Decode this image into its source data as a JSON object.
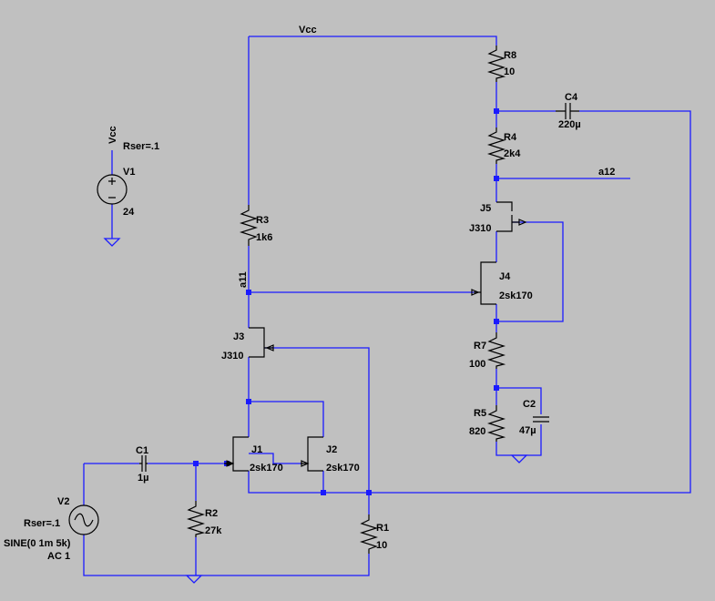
{
  "net_labels": {
    "vcc_top": "Vcc",
    "vcc_source": "Vcc",
    "a11": "a11",
    "a12": "a12"
  },
  "components": {
    "V1": {
      "name": "V1",
      "value": "24",
      "param": "Rser=.1"
    },
    "V2": {
      "name": "V2",
      "param": "Rser=.1",
      "value": "SINE(0 1m 5k)",
      "ac": "AC 1"
    },
    "R1": {
      "name": "R1",
      "value": "10"
    },
    "R2": {
      "name": "R2",
      "value": "27k"
    },
    "R3": {
      "name": "R3",
      "value": "1k6"
    },
    "R4": {
      "name": "R4",
      "value": "2k4"
    },
    "R5": {
      "name": "R5",
      "value": "820"
    },
    "R7": {
      "name": "R7",
      "value": "100"
    },
    "R8": {
      "name": "R8",
      "value": "10"
    },
    "C1": {
      "name": "C1",
      "value": "1µ"
    },
    "C2": {
      "name": "C2",
      "value": "47µ"
    },
    "C4": {
      "name": "C4",
      "value": "220µ"
    },
    "J1": {
      "name": "J1",
      "value": "2sk170"
    },
    "J2": {
      "name": "J2",
      "value": "2sk170"
    },
    "J3": {
      "name": "J3",
      "value": "J310"
    },
    "J4": {
      "name": "J4",
      "value": "2sk170"
    },
    "J5": {
      "name": "J5",
      "value": "J310"
    }
  }
}
